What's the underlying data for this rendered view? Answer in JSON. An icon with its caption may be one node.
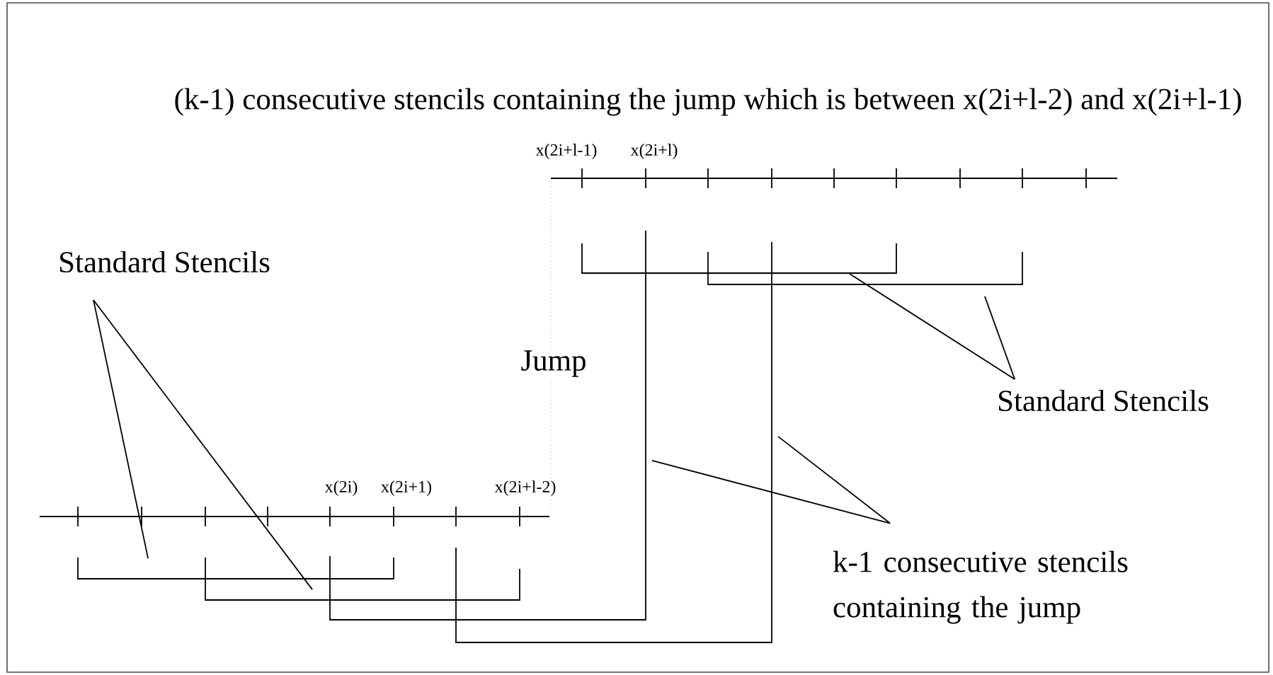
{
  "diagram": {
    "title": "(k-1) consecutive stencils containing the jump which is between x(2i+l-2) and x(2i+l-1)",
    "nodes": [
      {
        "text": [
          "Standard Stencils"
        ]
      },
      {
        "text": [],
        "shape": "bracket"
      },
      {
        "text": [],
        "shape": "bracket"
      },
      {
        "text": [],
        "shape": "bracket"
      },
      {
        "text": [],
        "shape": "bracket"
      },
      {
        "text": [],
        "shape": "bracket"
      },
      {
        "text": [],
        "shape": "bracket"
      },
      {
        "text": [
          "Standard Stencils"
        ]
      },
      {
        "text": [
          "k-1 consecutive stencils containing the jump"
        ]
      }
    ],
    "edges": [
      {
        "from": 0,
        "to": 1,
        "arrow": "none"
      },
      {
        "from": 0,
        "to": 2,
        "arrow": "none"
      },
      {
        "from": 7,
        "to": 5,
        "arrow": "none"
      },
      {
        "from": 7,
        "to": 6,
        "arrow": "none"
      },
      {
        "from": 8,
        "to": 3,
        "arrow": "none"
      },
      {
        "from": 8,
        "to": 4,
        "arrow": "none"
      }
    ],
    "labels": [
      "x(2i+l-1)",
      "x(2i+l)",
      "Jump",
      "x(2i)",
      "x(2i+1)",
      "x(2i+l-2)"
    ]
  }
}
